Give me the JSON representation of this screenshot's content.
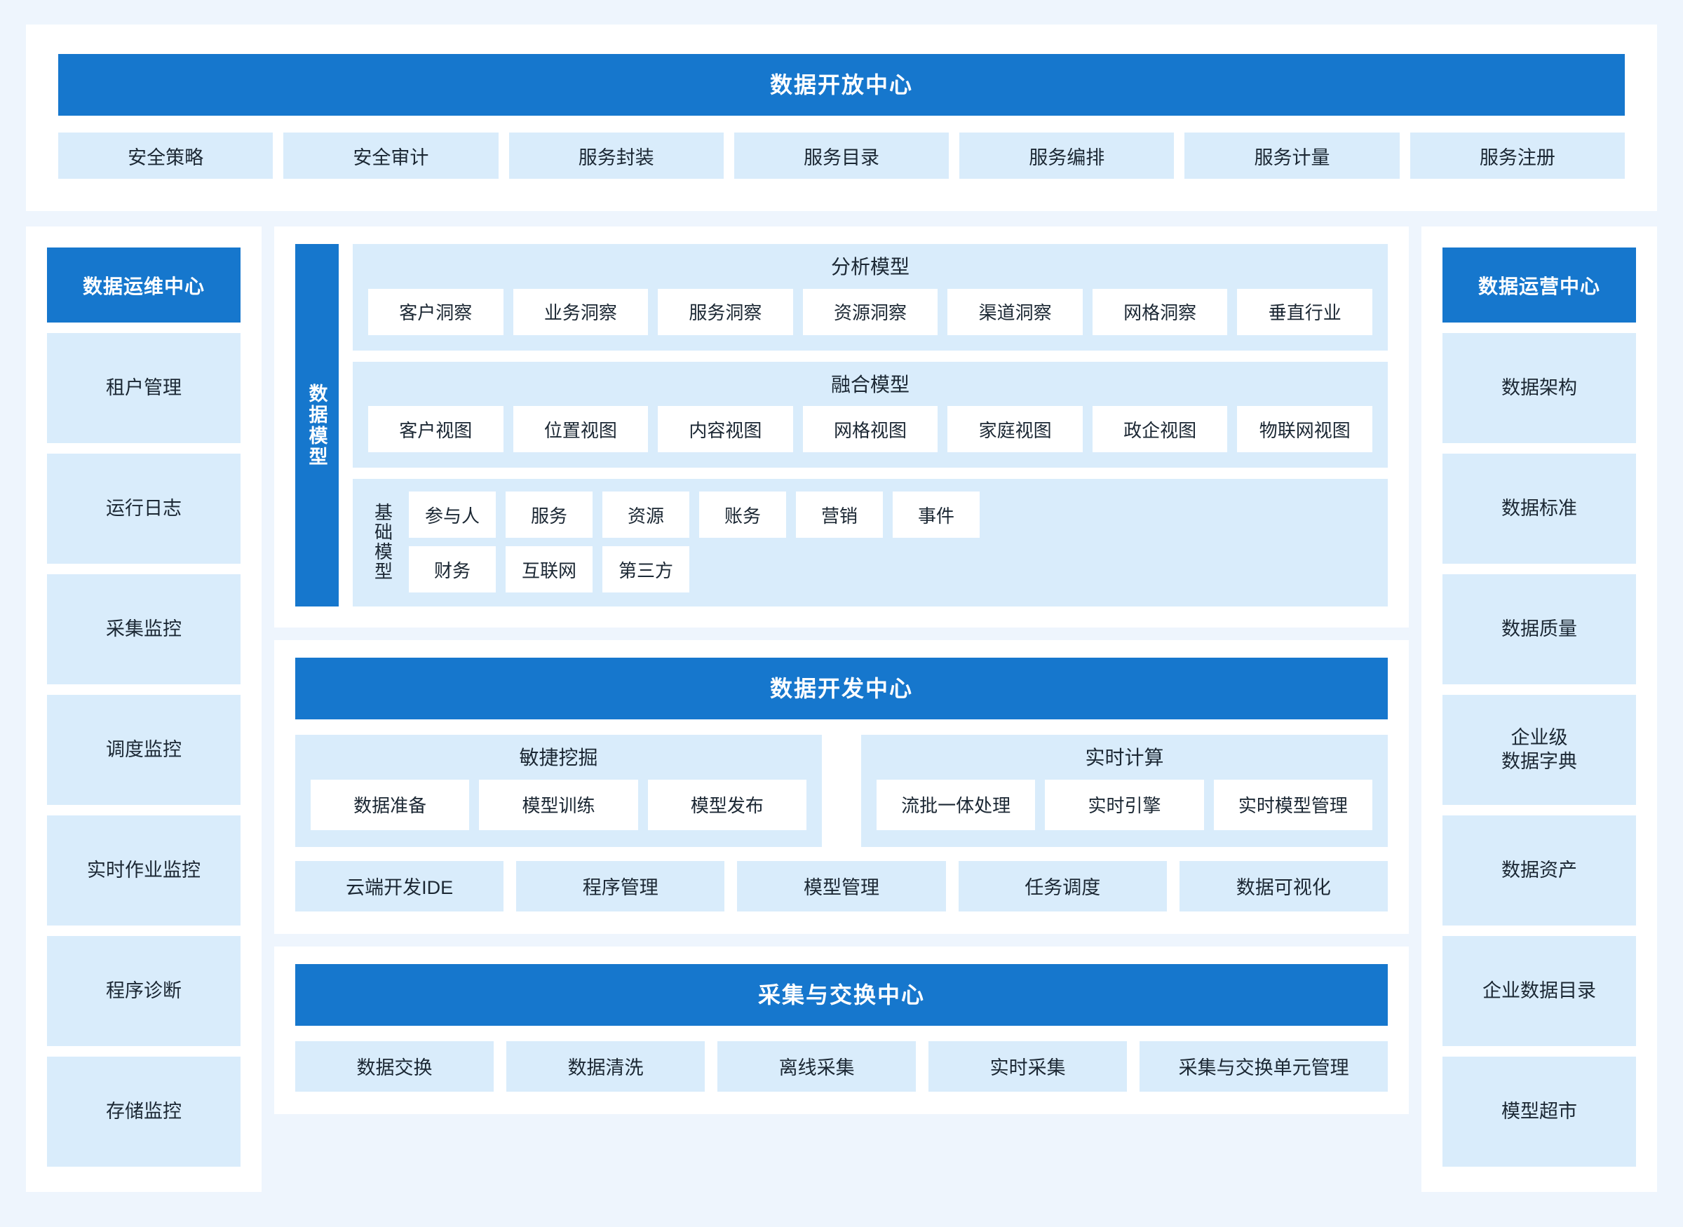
{
  "colors": {
    "page_background": "#eef5fd",
    "panel_background": "#ffffff",
    "brand_blue": "#1677cd",
    "tile_blue": "#d9ecfb",
    "chip_white": "#ffffff",
    "text_dark": "#1b2733",
    "text_on_blue": "#ffffff"
  },
  "header": {
    "title": "数据开放中心",
    "tiles": [
      "安全策略",
      "安全审计",
      "服务封装",
      "服务目录",
      "服务编排",
      "服务计量",
      "服务注册"
    ]
  },
  "left_sidebar": {
    "title": "数据运维中心",
    "items": [
      "租户管理",
      "运行日志",
      "采集监控",
      "调度监控",
      "实时作业监控",
      "程序诊断",
      "存储监控"
    ]
  },
  "right_sidebar": {
    "title": "数据运营中心",
    "items": [
      "数据架构",
      "数据标准",
      "数据质量",
      "企业级\n数据字典",
      "数据资产",
      "企业数据目录",
      "模型超市"
    ]
  },
  "data_model": {
    "vertical_title": "数据模型",
    "groups": [
      {
        "title": "分析模型",
        "chips": [
          "客户洞察",
          "业务洞察",
          "服务洞察",
          "资源洞察",
          "渠道洞察",
          "网格洞察",
          "垂直行业"
        ]
      },
      {
        "title": "融合模型",
        "chips": [
          "客户视图",
          "位置视图",
          "内容视图",
          "网格视图",
          "家庭视图",
          "政企视图",
          "物联网视图"
        ]
      }
    ],
    "basic_model": {
      "label": "基础模型",
      "row1": [
        "参与人",
        "服务",
        "资源",
        "账务",
        "营销",
        "事件"
      ],
      "row2": [
        "财务",
        "互联网",
        "第三方"
      ]
    }
  },
  "dev_center": {
    "title": "数据开发中心",
    "groups": [
      {
        "title": "敏捷挖掘",
        "chips": [
          "数据准备",
          "模型训练",
          "模型发布"
        ]
      },
      {
        "title": "实时计算",
        "chips": [
          "流批一体处理",
          "实时引擎",
          "实时模型管理"
        ]
      }
    ],
    "flat_tiles": [
      "云端开发IDE",
      "程序管理",
      "模型管理",
      "任务调度",
      "数据可视化"
    ]
  },
  "ingest_center": {
    "title": "采集与交换中心",
    "tiles": [
      "数据交换",
      "数据清洗",
      "离线采集",
      "实时采集",
      "采集与交换单元管理"
    ]
  }
}
